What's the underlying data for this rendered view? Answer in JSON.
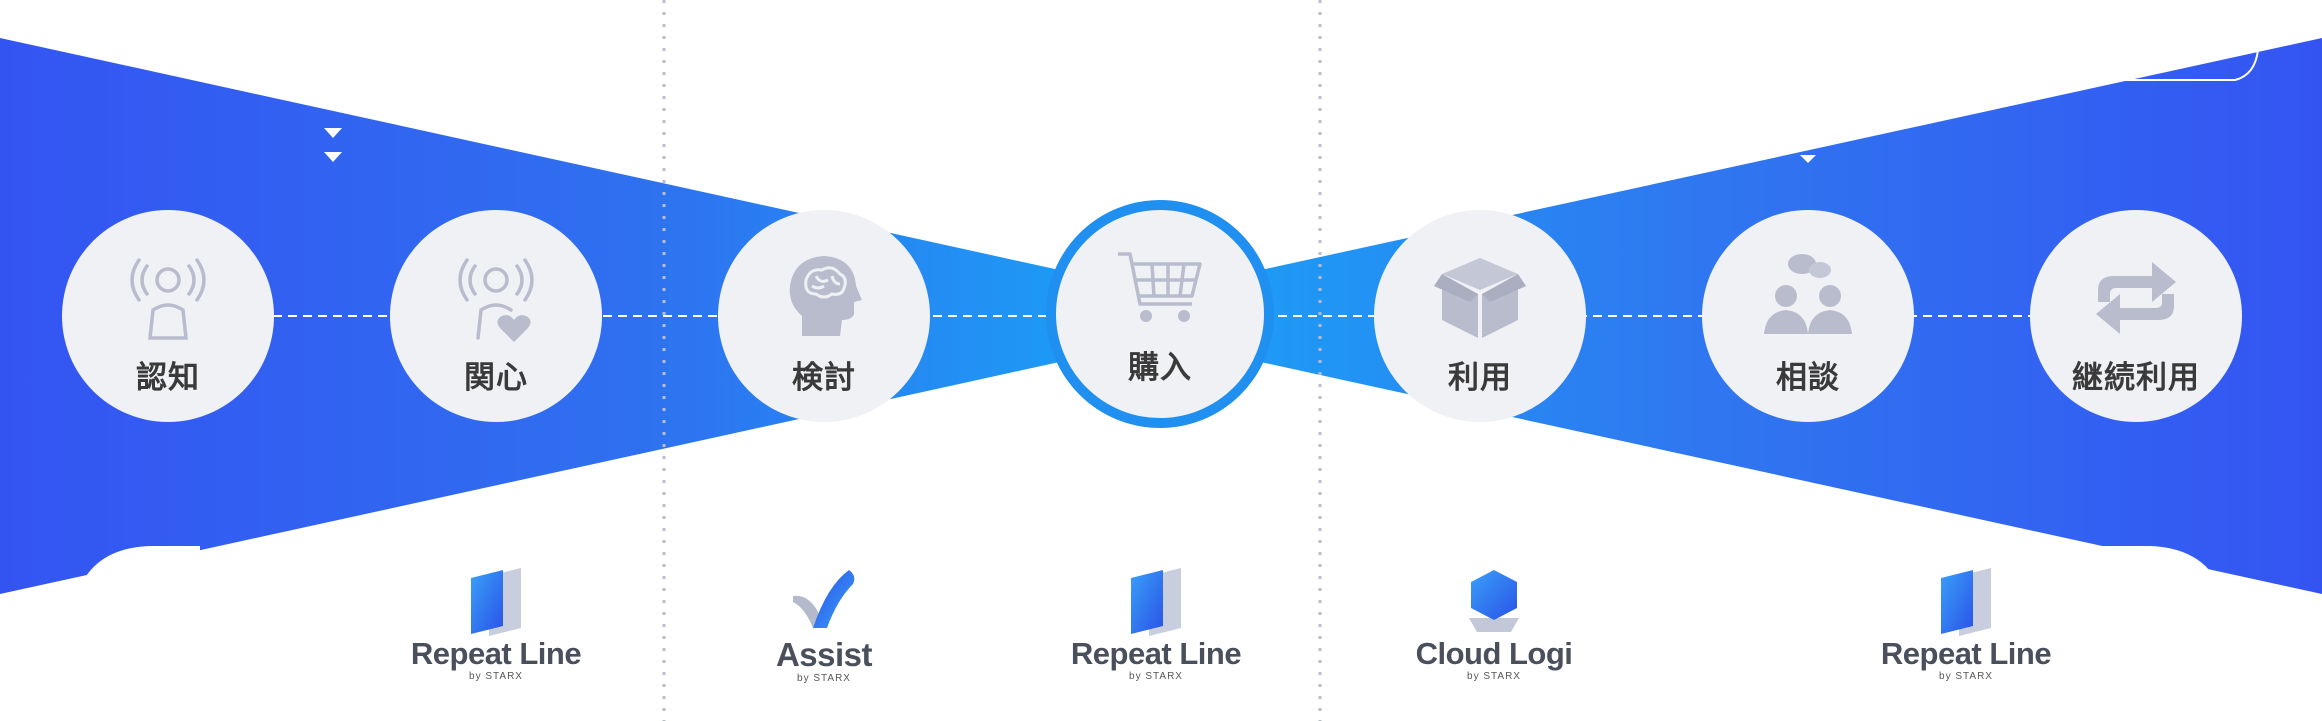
{
  "stages": [
    {
      "label": "認知",
      "icon": "broadcast-person-icon"
    },
    {
      "label": "関心",
      "icon": "person-heart-icon"
    },
    {
      "label": "検討",
      "icon": "brain-head-icon"
    },
    {
      "label": "購入",
      "icon": "shopping-cart-icon"
    },
    {
      "label": "利用",
      "icon": "open-box-icon"
    },
    {
      "label": "相談",
      "icon": "people-chat-icon"
    },
    {
      "label": "継続利用",
      "icon": "repeat-arrows-icon"
    }
  ],
  "products": [
    {
      "name": "Repeat Line",
      "by": "by STARX",
      "logo": "repeat-line-logo"
    },
    {
      "name": "Assist",
      "by": "by STARX",
      "logo": "assist-logo"
    },
    {
      "name": "Repeat Line",
      "by": "by STARX",
      "logo": "repeat-line-logo"
    },
    {
      "name": "Cloud Logi",
      "by": "by STARX",
      "logo": "cloud-logi-logo"
    },
    {
      "name": "Repeat Line",
      "by": "by STARX",
      "logo": "repeat-line-logo"
    }
  ],
  "colors": {
    "band_dark": "#3355f0",
    "band_light": "#1aa0f5",
    "circle": "#f0f1f5",
    "icon": "#b8bccd",
    "highlight_ring": "#1f8ff0"
  }
}
